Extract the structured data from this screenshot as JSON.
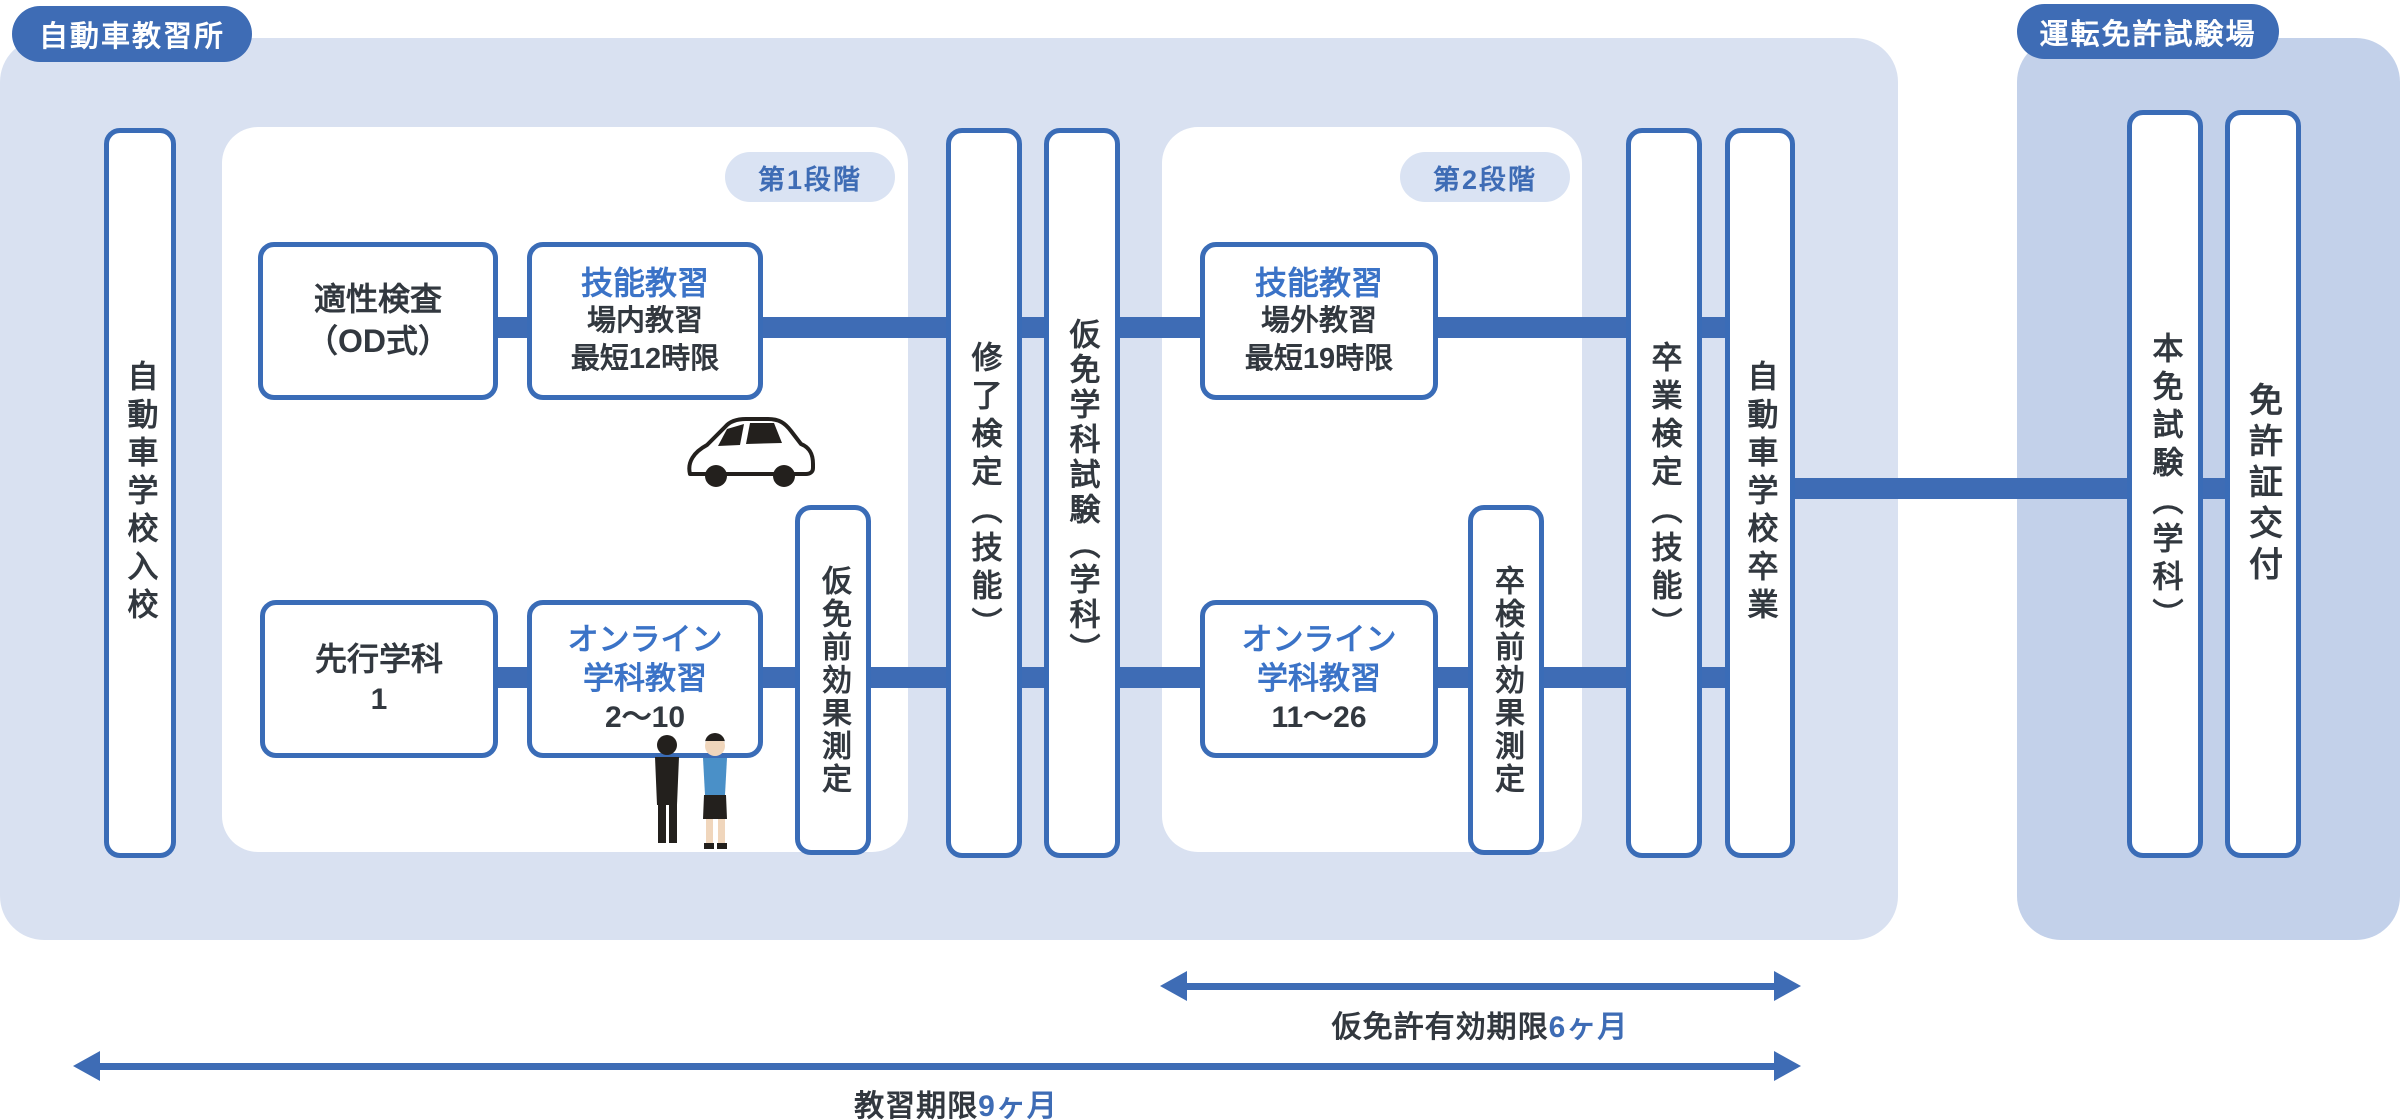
{
  "badges": {
    "school": "自動車教習所",
    "center": "運転免許試験場"
  },
  "stages": {
    "s1": "第1段階",
    "s2": "第2段階"
  },
  "boxes": {
    "entry": "自動車学校入校",
    "aptitude_l1": "適性検査",
    "aptitude_l2": "（OD式）",
    "skill1_title": "技能教習",
    "skill1_l1": "場内教習",
    "skill1_l2": "最短12時限",
    "preceding_l1": "先行学科",
    "preceding_l2": "1",
    "online1_t1": "オンライン",
    "online1_t2": "学科教習",
    "online1_range": "2〜10",
    "pre_effect1": "仮免前効果測定",
    "completion": "修了検定（技能）",
    "provisional_exam": "仮免学科試験（学科）",
    "skill2_title": "技能教習",
    "skill2_l1": "場外教習",
    "skill2_l2": "最短19時限",
    "online2_t1": "オンライン",
    "online2_t2": "学科教習",
    "online2_range": "11〜26",
    "pre_effect2": "卒検前効果測定",
    "graduation_exam": "卒業検定（技能）",
    "graduation": "自動車学校卒業",
    "final_exam": "本免試験（学科）",
    "license": "免許証交付"
  },
  "timelines": {
    "provisional": {
      "label": "仮免許有効期限",
      "accent": "6ヶ月"
    },
    "training": {
      "label": "教習期限",
      "accent": "9ヶ月"
    }
  },
  "icons": {
    "car": "car-icon",
    "people": "students-icon"
  },
  "colors": {
    "accent": "#3e6cb5",
    "border": "#3a6cb7",
    "title-blue": "#3b73c7",
    "text-dark": "#32383f",
    "bg-left": "#d9e1f1",
    "bg-right": "#c3d1ea",
    "pill-bg": "#dae3f3",
    "shirt-blue": "#4a90c8"
  }
}
